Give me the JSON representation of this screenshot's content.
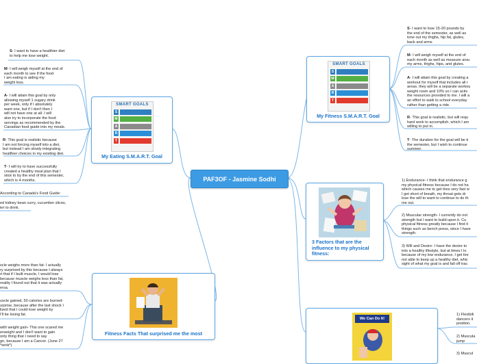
{
  "central": {
    "title": "PAF3OF - Jasmine Sodhi"
  },
  "eating": {
    "title": "My Eating S.M.A.R.T. Goal",
    "smart_header": "SMART GOALS",
    "leaves": [
      {
        "lead": "S",
        "text": "- I want to have a healthier diet\nto help me lose weight."
      },
      {
        "lead": "M",
        "text": "- I will weigh myself at the end of\neach month to see if the food\nI am eating is aiding my\nweight loss."
      },
      {
        "lead": "A",
        "text": "- I will attain this goal by only\nallowing myself 1 sugary drink\nper week, only if I absolutely\nwant one, but if I don't then I\nwill not have one at all. I will\nalso try to incorporate the food\nservings as recommended by the\nCanadian food guide into my meals."
      },
      {
        "lead": "R",
        "text": "- This goal is realistic because\nI am not forcing myself into a diet,\nbut instead I am slowly integrating\nhealthier choices in my existing diet."
      },
      {
        "lead": "T",
        "text": "- I will try to have successfully\ncreated a healthy meal plan that I\nstick to by the end of this semester,\nwhich is 4 months."
      },
      {
        "lead": "",
        "text": "According to Canada's Food Guide:"
      },
      {
        "lead": "",
        "text": "ed kidney bean curry, cucumber slices,\nter to drink."
      }
    ]
  },
  "fitness_goal": {
    "title": "My Fitness S.M.A.R.T. Goal",
    "smart_header": "SMART GOALS",
    "leaves": [
      {
        "lead": "S",
        "text": "- I want to lose 15-20 pounds by\nthe end of the semester, as well as\ntone out my thighs, hip fat, glutes,\nback and arms"
      },
      {
        "lead": "M",
        "text": "- I will weigh myself at the end of\neach month as well as measure arou\nmy arms, thighs, hips, and glutes."
      },
      {
        "lead": "A",
        "text": "- I will attain this goal by creating a\nworkout for myself that includes all r\nareas. they will be a separate workou\nweight room and 10% so I can activ\nthe resources provided to me. I will a\nan effort to walk to school everyday\nrather than getting a ride."
      },
      {
        "lead": "R",
        "text": "- This goal is realistic, but will requ\nhard work to accomplish, which I am\nwilling to put in."
      },
      {
        "lead": "T",
        "text": "- The duration for the goal will be ti\nthe semester, but I wish to continue\nsummer."
      }
    ]
  },
  "factors": {
    "title": "3 Factors that are the\ninfluence to my physical\nfitness:",
    "leaves": [
      {
        "lead": "",
        "text": "1) Endurance- I think that endurance g\nmy physical fitness because I do not ha\nwhich causes me to get tires very fast w\nI get short of breath, my throat gets dr\nlose the will to want to continue to do th\nme out."
      },
      {
        "lead": "",
        "text": "2) Muscular strength- I currently do not\nstrength but I want to build upon it. Cu\nphysical fitness greatly because I find it\nthings such as bench press, since I have\nstrength."
      },
      {
        "lead": "",
        "text": "3) Will and Desire- I have the desire to\ninto a healthy lifestyle, but at times I lo\nbecause of my low endurance. I get tire\nnot able to keep up a healthy diet, whic\nsight of what my goal is and fall off trac"
      }
    ]
  },
  "facts": {
    "title": "Fitness Facts That surprised me the most",
    "leaves": [
      {
        "lead": "",
        "text": "scle weighs more than fat- I actually\nry surprised by this because I always\nrt that if I built muscle, I would lose\n because muscle weighs less than fat,\nreality I found out that it was actually\nersa."
      },
      {
        "lead": "",
        "text": "uscle gained, 50 calories are burned-\nurprise, because after the last shock I\nlized that I could lose weight by\n I'll be losing fat."
      },
      {
        "lead": "",
        "text": "with weight gain- This one scared me\nerweight and I don't want to gain\n only thing that I need to say\ngn, because I am a Cancer. (June 27\n*wink*)"
      }
    ]
  },
  "rosie": {
    "banner": "We Can Do It!",
    "leaves": [
      {
        "lead": "",
        "text": "1) Flexibili\ndancers it\nposition."
      },
      {
        "lead": "",
        "text": "2) Muscula\njump"
      },
      {
        "lead": "",
        "text": "3) Muscul"
      }
    ]
  },
  "smart_rows": [
    {
      "letter": "S",
      "color": "#2f7fc1"
    },
    {
      "letter": "M",
      "color": "#54b043"
    },
    {
      "letter": "A",
      "color": "#8a8a8a"
    },
    {
      "letter": "R",
      "color": "#2a8fd6"
    },
    {
      "letter": "T",
      "color": "#e23b2e"
    }
  ]
}
